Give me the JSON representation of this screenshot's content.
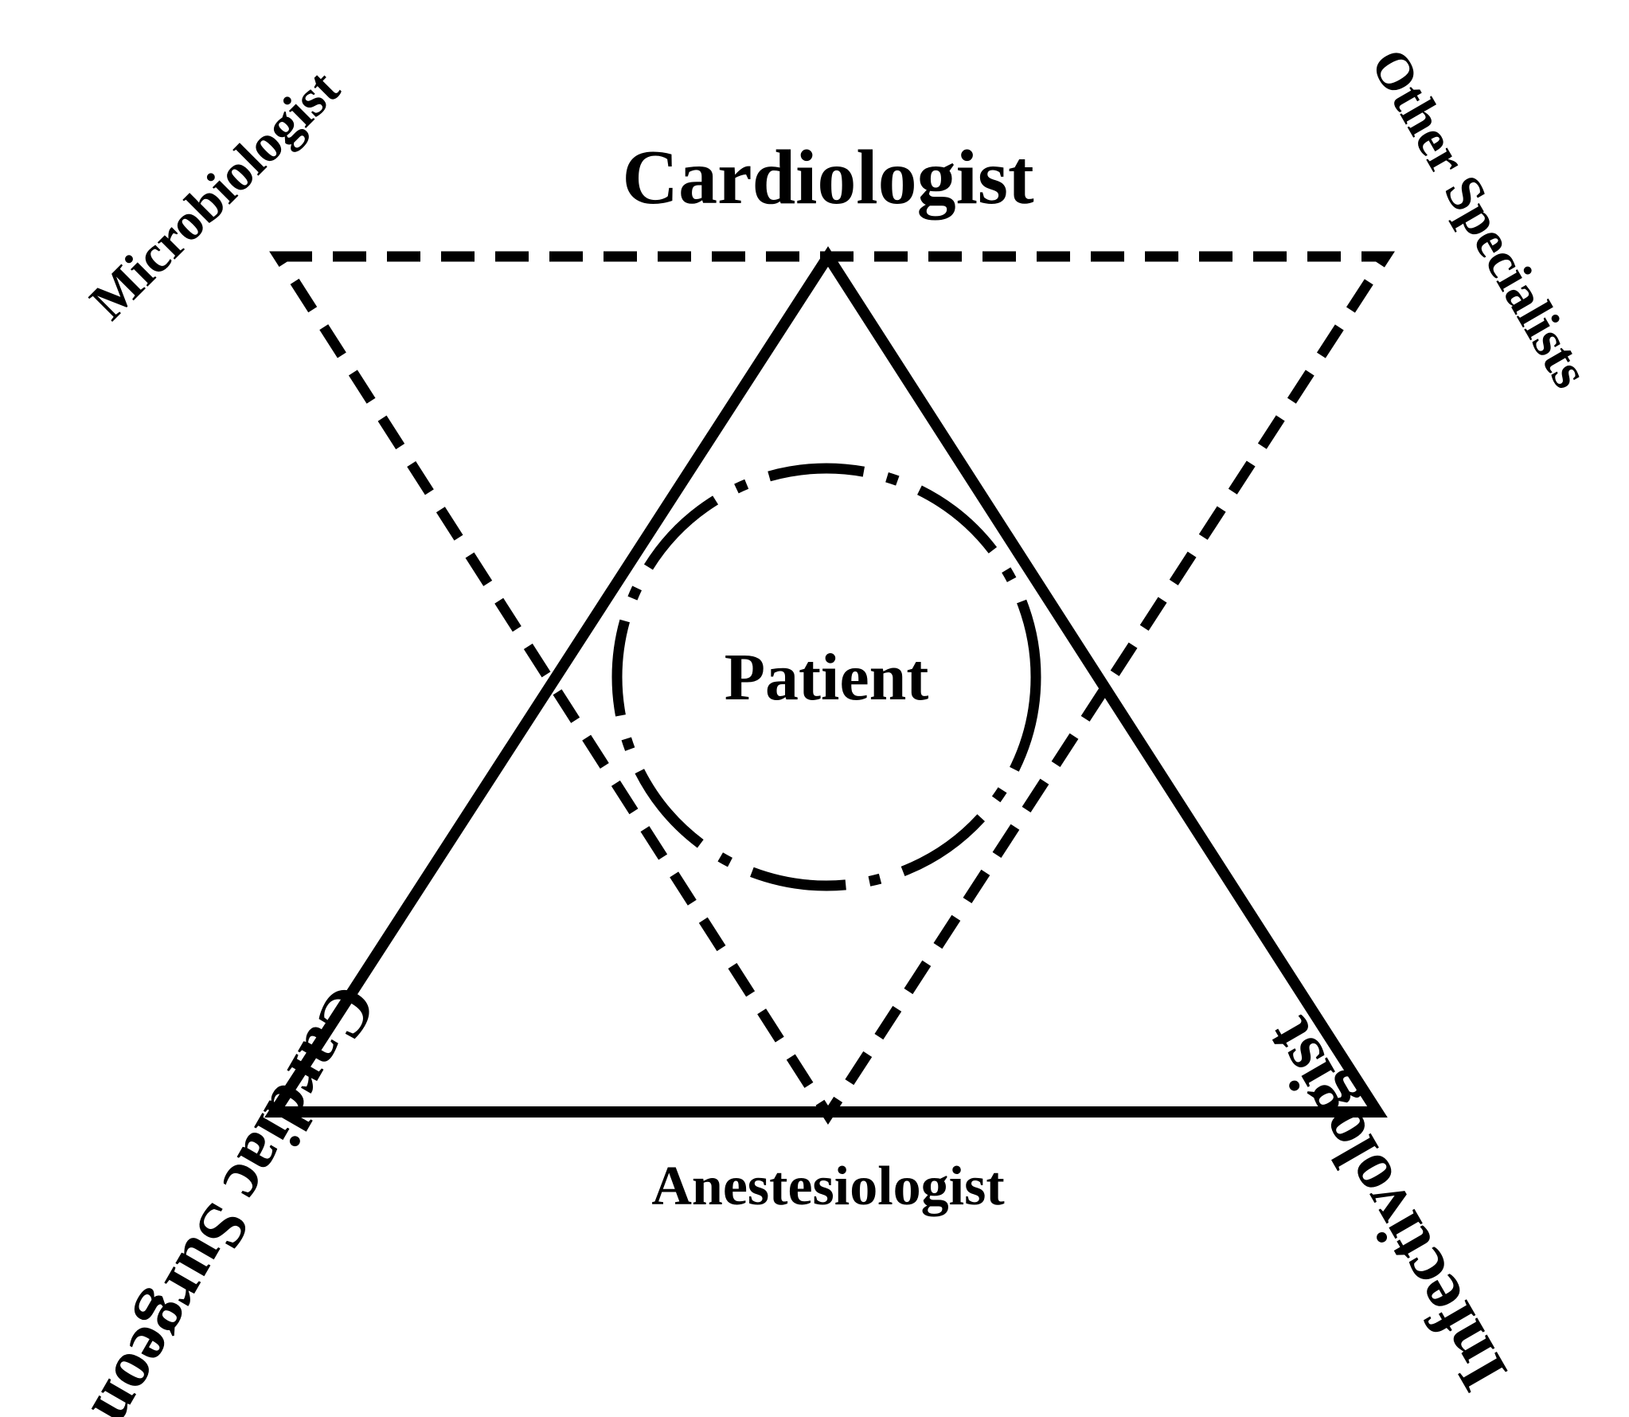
{
  "diagram": {
    "center_label": "Patient",
    "top_label": "Cardiologist",
    "bottom_label": "Anestesiologist",
    "top_left_label": "Microbiologist",
    "top_right_label": "Other Specialists",
    "bottom_left_label": "Cardiac Surgeon",
    "bottom_right_label": "Infectivologist"
  },
  "colors": {
    "line": "#000000",
    "background": "#ffffff"
  }
}
